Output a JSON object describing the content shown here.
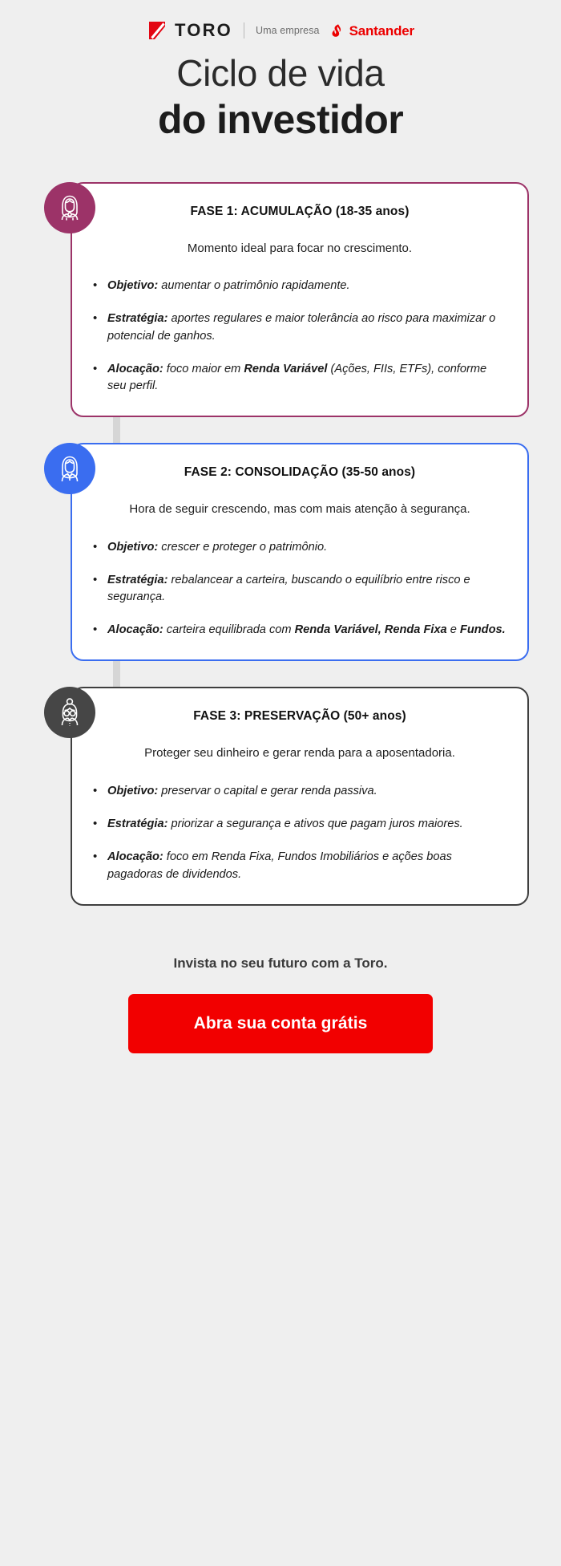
{
  "brand": {
    "toro_wordmark": "TORO",
    "tagline": "Uma empresa",
    "santander_wordmark": "Santander",
    "toro_red": "#e30613",
    "santander_red": "#ec0000"
  },
  "title": {
    "line1": "Ciclo de vida",
    "line2": "do investidor"
  },
  "phases": [
    {
      "accent_color": "#9c3368",
      "avatar_icon": "young-woman-avatar-icon",
      "heading": "FASE 1: ACUMULAÇÃO (18-35 anos)",
      "lead": "Momento ideal para focar no crescimento.",
      "bullets": [
        {
          "label": "Objetivo:",
          "text_before": " aumentar o patrimônio rapidamente.",
          "emphasis": "",
          "text_after": ""
        },
        {
          "label": "Estratégia:",
          "text_before": " aportes regulares e maior tolerância ao risco para maximizar o potencial de ganhos.",
          "emphasis": "",
          "text_after": ""
        },
        {
          "label": "Alocação:",
          "text_before": " foco maior em ",
          "emphasis": "Renda Variável",
          "text_after": " (Ações, FIIs, ETFs), conforme seu perfil."
        }
      ]
    },
    {
      "accent_color": "#3a6df0",
      "avatar_icon": "adult-woman-avatar-icon",
      "heading": "FASE 2: CONSOLIDAÇÃO (35-50 anos)",
      "lead": "Hora de seguir crescendo, mas com mais atenção à segurança.",
      "bullets": [
        {
          "label": "Objetivo:",
          "text_before": " crescer e proteger o patrimônio.",
          "emphasis": "",
          "text_after": ""
        },
        {
          "label": "Estratégia:",
          "text_before": " rebalancear a carteira, buscando o equilíbrio entre risco e segurança.",
          "emphasis": "",
          "text_after": ""
        },
        {
          "label": "Alocação:",
          "text_before": " carteira equilibrada com ",
          "emphasis": "Renda Variável, Renda Fixa",
          "text_after": " e ",
          "emphasis2": "Fundos."
        }
      ]
    },
    {
      "accent_color": "#3f3f3f",
      "avatar_icon": "elderly-woman-avatar-icon",
      "heading": "FASE 3: PRESERVAÇÃO (50+ anos)",
      "lead": "Proteger seu dinheiro e gerar renda para a aposentadoria.",
      "bullets": [
        {
          "label": "Objetivo:",
          "text_before": " preservar o capital e gerar renda passiva.",
          "emphasis": "",
          "text_after": ""
        },
        {
          "label": "Estratégia:",
          "text_before": " priorizar a segurança e ativos que pagam juros maiores.",
          "emphasis": "",
          "text_after": ""
        },
        {
          "label": "Alocação:",
          "text_before": " foco em Renda Fixa, Fundos Imobiliários e ações boas pagadoras de dividendos.",
          "emphasis": "",
          "text_after": ""
        }
      ]
    }
  ],
  "footer": {
    "tagline": "Invista no seu futuro com a Toro.",
    "cta_label": "Abra sua conta grátis",
    "cta_color": "#f20000"
  }
}
